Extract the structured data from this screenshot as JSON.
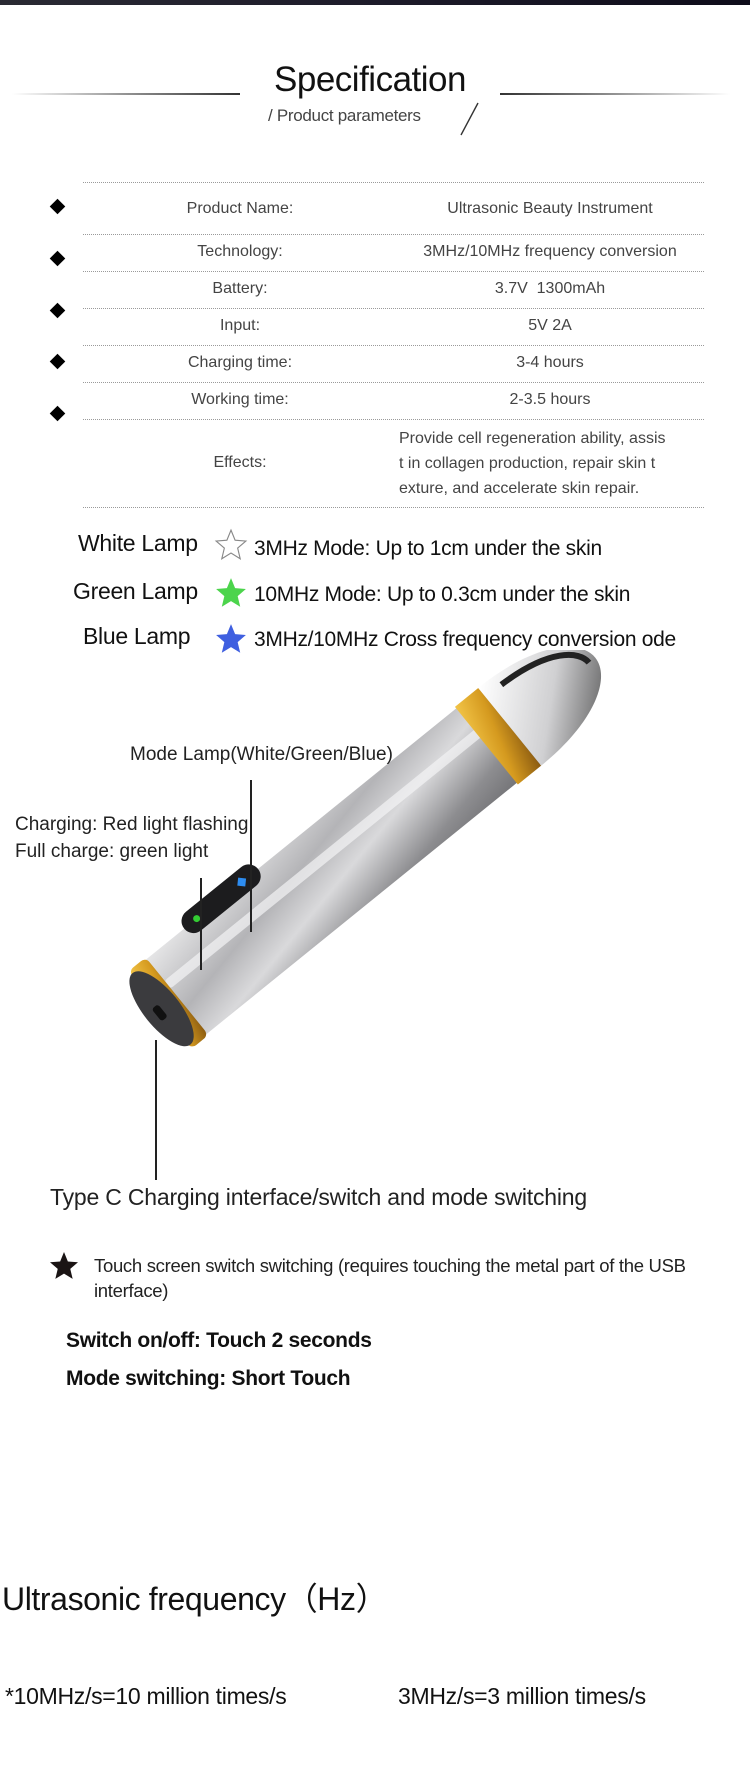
{
  "header": {
    "title": "Specification",
    "subtitle": "/ Product parameters",
    "slash": "/"
  },
  "spec_table": {
    "rows": [
      {
        "label": "Product Name:",
        "value": "Ultrasonic Beauty Instrument"
      },
      {
        "label": "Technology:",
        "value": "3MHz/10MHz frequency conversion"
      },
      {
        "label": "Battery:",
        "value": "3.7V  1300mAh"
      },
      {
        "label": "Input:",
        "value": "5V 2A"
      },
      {
        "label": "Charging time:",
        "value": "3-4 hours"
      },
      {
        "label": "Working time:",
        "value": "2-3.5 hours"
      },
      {
        "label": "Effects:",
        "value_lines": [
          "Provide cell regeneration ability, assis",
          "t in collagen production, repair skin t",
          "exture, and accelerate skin repair."
        ]
      }
    ],
    "bullet_icon": "diamond-icon"
  },
  "lamps": [
    {
      "name": "White Lamp",
      "icon": "star-outline-icon",
      "color": "#ffffff",
      "desc": "3MHz Mode: Up to 1cm under the skin"
    },
    {
      "name": "Green Lamp",
      "icon": "star-filled-icon",
      "color": "#4cd44c",
      "desc": "10MHz Mode: Up to 0.3cm under the skin"
    },
    {
      "name": "Blue Lamp",
      "icon": "star-filled-icon",
      "color": "#3f5fe0",
      "desc": "3MHz/10MHz Cross frequency conversion ode"
    }
  ],
  "product": {
    "callouts": {
      "mode_lamp": "Mode Lamp(White/Green/Blue)",
      "charging_1": "Charging: Red light flashing",
      "charging_2": "Full charge: green light",
      "typec": "Type C Charging interface/switch and mode switching"
    },
    "colors": {
      "body": "#b9b9bc",
      "gold": "#d9a125",
      "panel": "#1c1c1e",
      "green_led": "#33cc33",
      "blue_led": "#2d8cf0"
    }
  },
  "touch": {
    "icon": "star-filled-icon",
    "text": "Touch screen switch switching (requires touching the metal part of the USB interface)",
    "switch_onoff": "Switch on/off: Touch 2 seconds",
    "mode_switching": "Mode switching: Short Touch"
  },
  "frequency": {
    "title": "Ultrasonic frequency（Hz）",
    "note_10": "*10MHz/s=10 million times/s",
    "note_3": "3MHz/s=3 million times/s"
  }
}
